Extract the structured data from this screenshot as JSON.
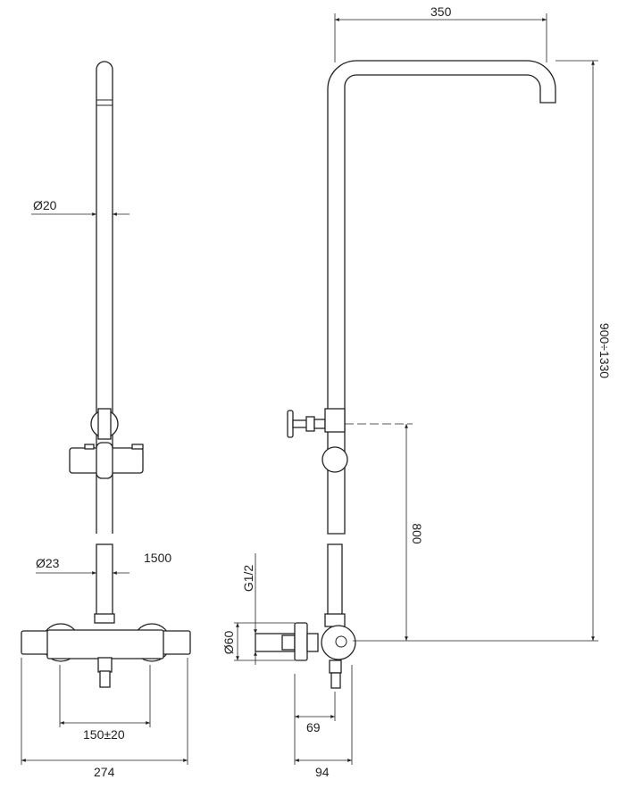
{
  "dimensions": {
    "width_arm": "350",
    "rod_diameter": "Ø20",
    "pipe_diameter": "Ø23",
    "hose_length": "1500",
    "thread": "G1/2",
    "plate_diameter": "Ø60",
    "inlet_spacing": "150±20",
    "mixer_width": "274",
    "depth_outlet": "69",
    "depth_total": "94",
    "outlet_height": "800",
    "total_height": "900÷1330"
  },
  "colors": {
    "line": "#222222",
    "background": "#ffffff"
  }
}
